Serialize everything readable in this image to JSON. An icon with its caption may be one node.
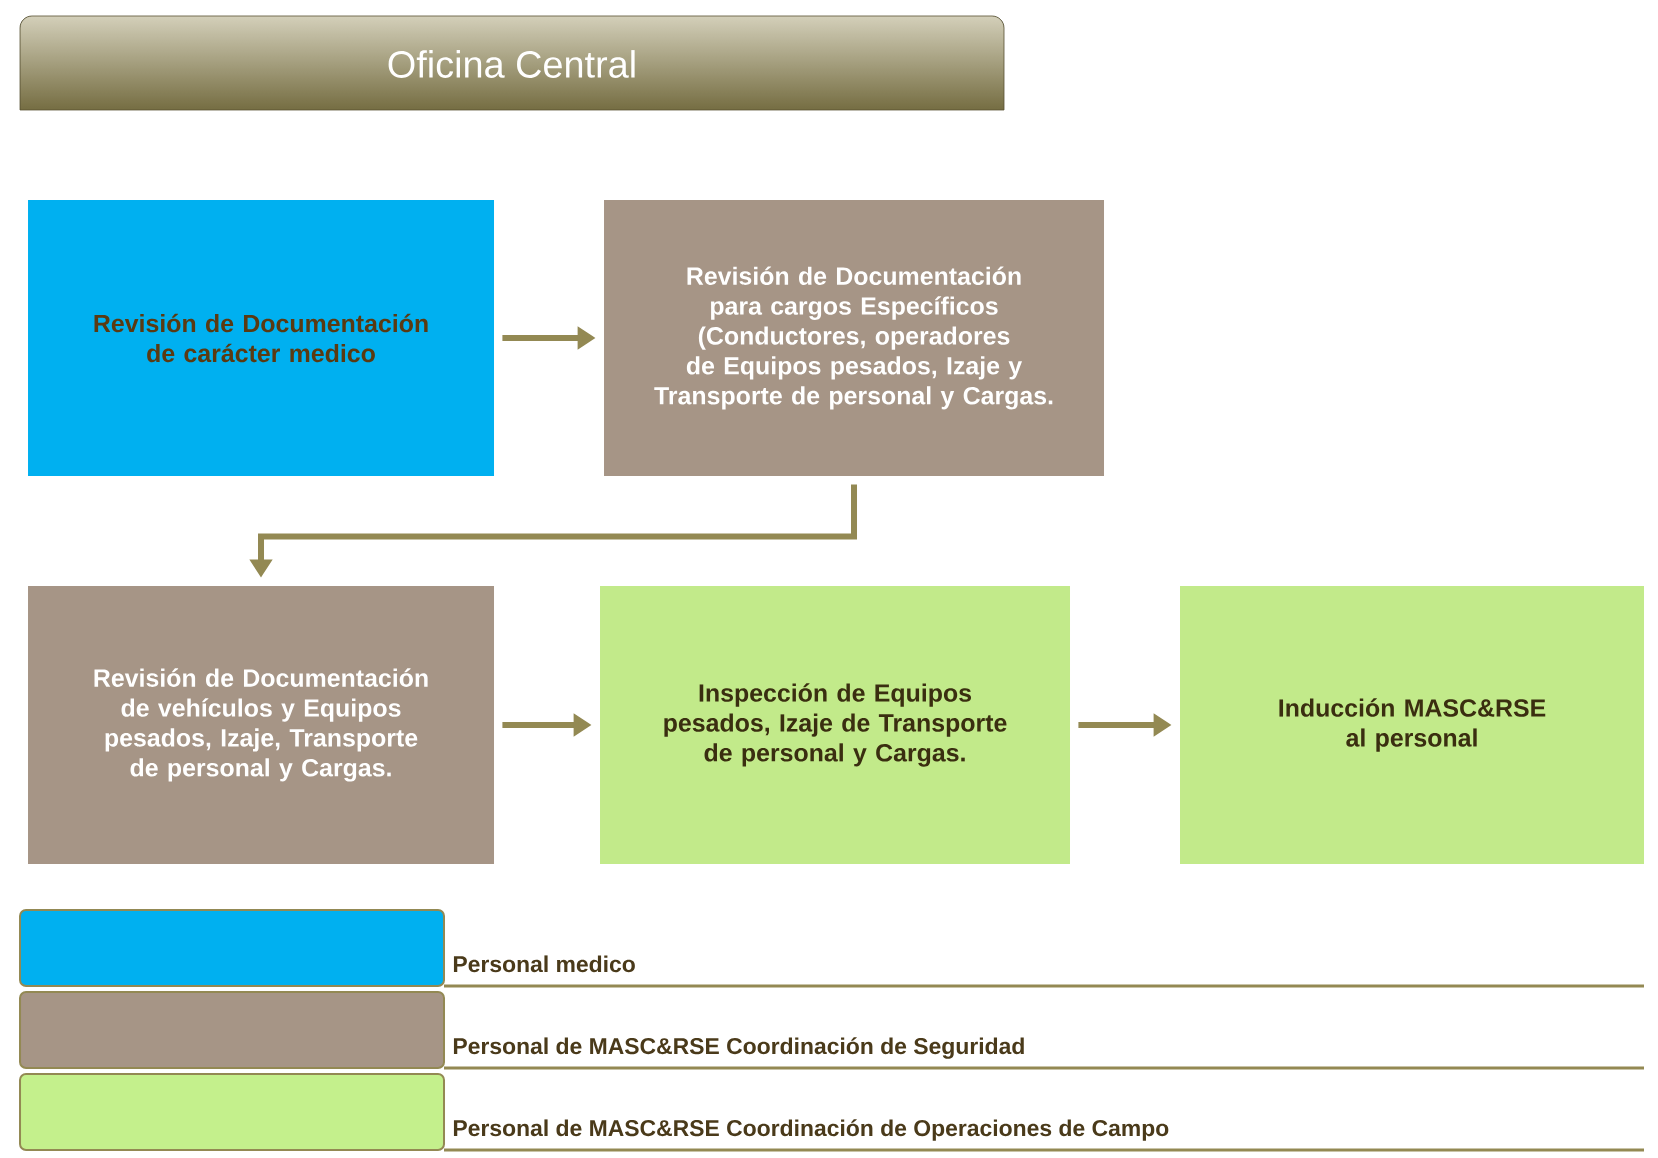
{
  "diagram": {
    "title": "Oficina Central",
    "nodes": [
      {
        "text": [
          "Revisión de Documentación de carácter medico"
        ]
      },
      {
        "text": [
          "Revisión de Documentación para cargos Específicos (Conductores, operadores de Equipos pesados, Izaje y Transporte de personal y Cargas."
        ]
      },
      {
        "text": [
          "Revisión de Documentación de vehículos y Equipos pesados, Izaje, Transporte de personal y Cargas."
        ]
      },
      {
        "text": [
          "Inspección de Equipos pesados, Izaje de Transporte de personal y Cargas."
        ]
      },
      {
        "text": [
          "Inducción MASC&RSE al personal"
        ]
      }
    ],
    "edges": [
      {
        "from": 0,
        "to": 1,
        "arrow": "to"
      },
      {
        "from": 1,
        "to": 2,
        "arrow": "to"
      },
      {
        "from": 2,
        "to": 3,
        "arrow": "to"
      },
      {
        "from": 3,
        "to": 4,
        "arrow": "to"
      }
    ],
    "legend": [
      {
        "text": "Personal medico",
        "color": "#00b0f0"
      },
      {
        "text": "Personal de MASC&RSE Coordinación de Seguridad",
        "color": "#a69586"
      },
      {
        "text": "Personal de MASC&RSE Coordinación de Operaciones de Campo",
        "color": "#c4f08c"
      }
    ]
  }
}
